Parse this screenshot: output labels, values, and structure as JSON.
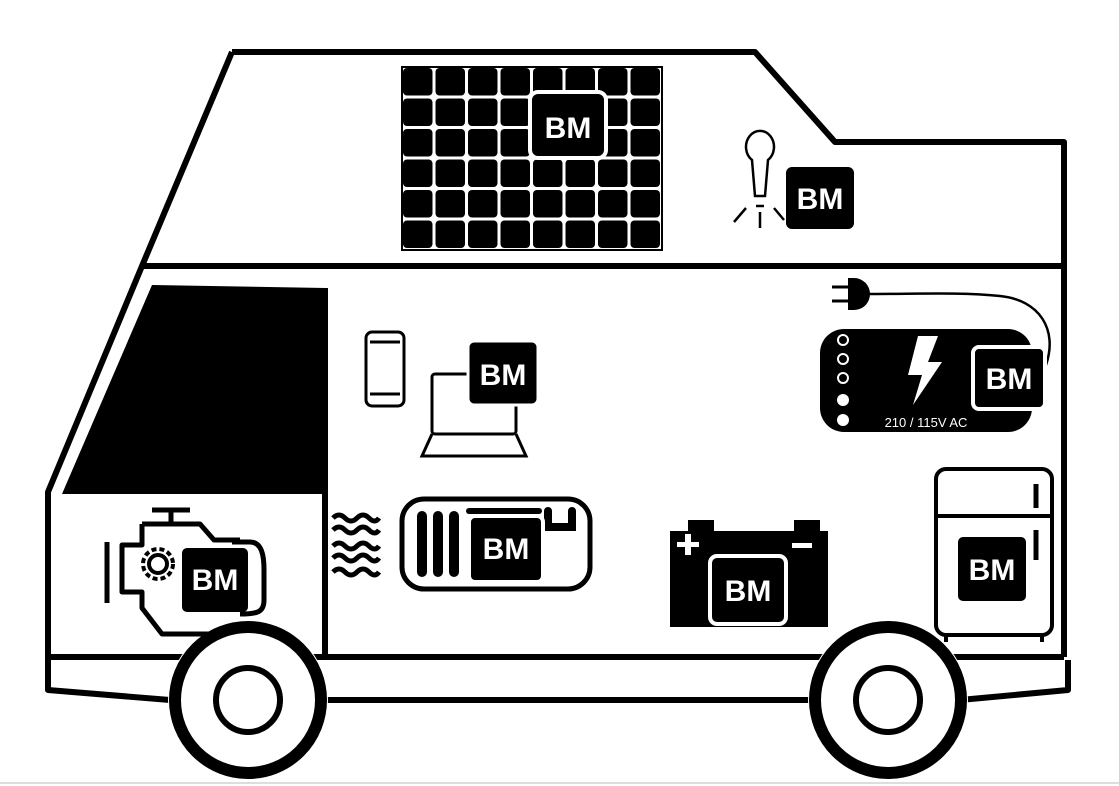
{
  "diagram": {
    "badge_label": "BM",
    "charger_voltage": "210 / 115V AC",
    "components": [
      {
        "name": "solar-panel",
        "badge": "BM"
      },
      {
        "name": "light",
        "badge": "BM"
      },
      {
        "name": "laptop-phone",
        "badge": "BM"
      },
      {
        "name": "charger",
        "badge": "BM"
      },
      {
        "name": "engine",
        "badge": "BM"
      },
      {
        "name": "heater",
        "badge": "BM"
      },
      {
        "name": "battery",
        "badge": "BM"
      },
      {
        "name": "fridge",
        "badge": "BM"
      }
    ],
    "colors": {
      "line": "#000000",
      "background": "#ffffff"
    }
  }
}
